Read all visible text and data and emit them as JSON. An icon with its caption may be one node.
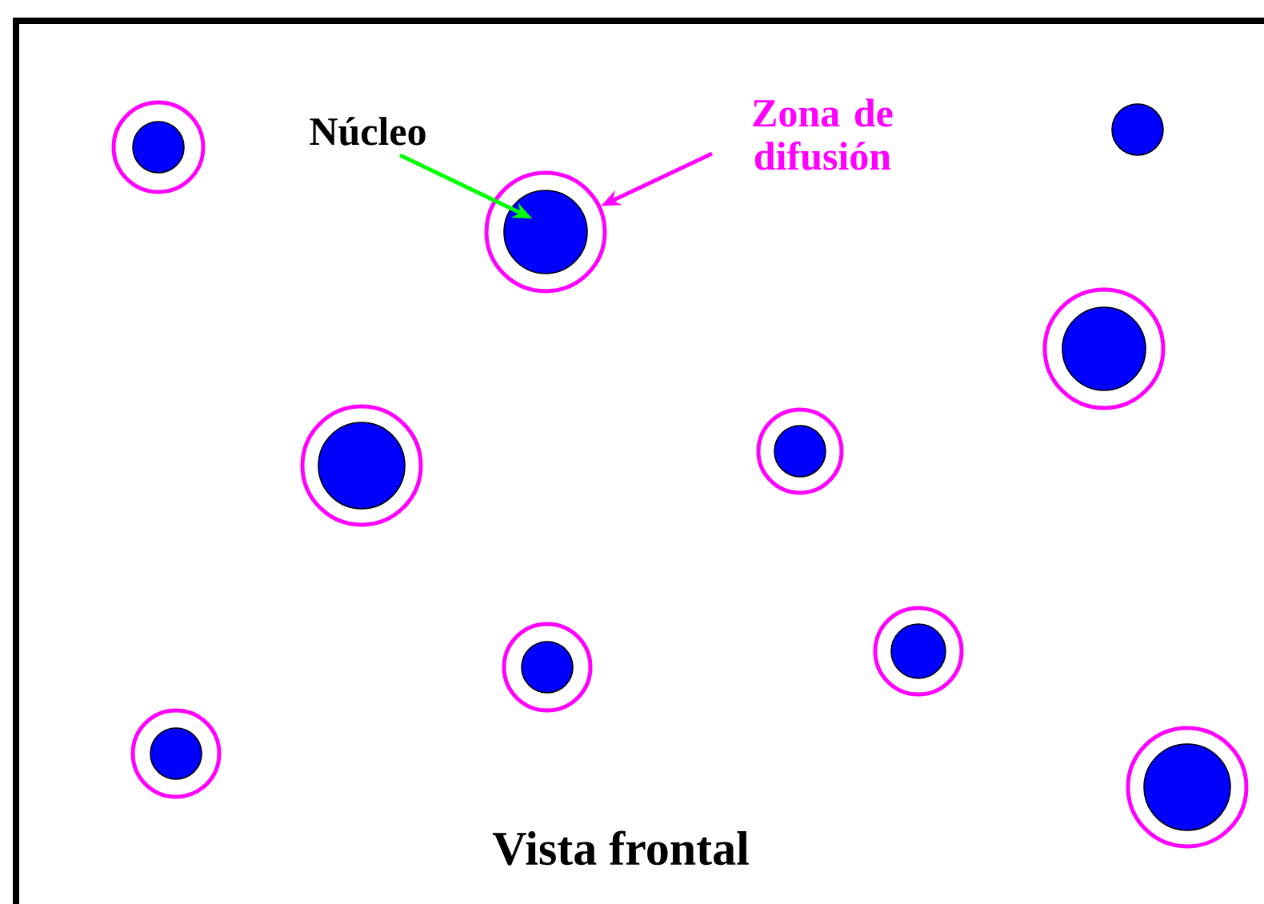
{
  "diagram": {
    "caption": "Vista frontal",
    "nodes": [
      {
        "text": [
          "Núcleo"
        ]
      },
      {
        "text": [
          "Zona de difusión"
        ]
      },
      {
        "text": [],
        "shape": "circle"
      },
      {
        "text": [],
        "shape": "circle",
        "in": 2
      }
    ],
    "edges": [
      {
        "from": 0,
        "to": 3,
        "arrow": "to",
        "color": "#00ff00"
      },
      {
        "from": 1,
        "to": 2,
        "arrow": "to",
        "color": "#ff00ff"
      }
    ]
  }
}
